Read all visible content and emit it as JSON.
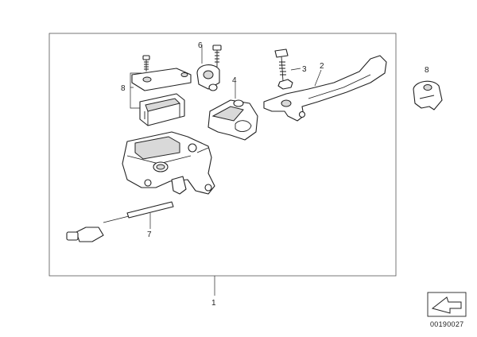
{
  "callouts": {
    "c1": "1",
    "c2": "2",
    "c3": "3",
    "c4": "4",
    "c6": "6",
    "c7": "7",
    "c8a": "8",
    "c8b": "8"
  },
  "drawing_number": "00190027",
  "colors": {
    "line": "#222222",
    "shade": "#d9d9d9",
    "background": "#ffffff"
  },
  "icons": {
    "corner_mark": "arrow-outline-icon"
  }
}
